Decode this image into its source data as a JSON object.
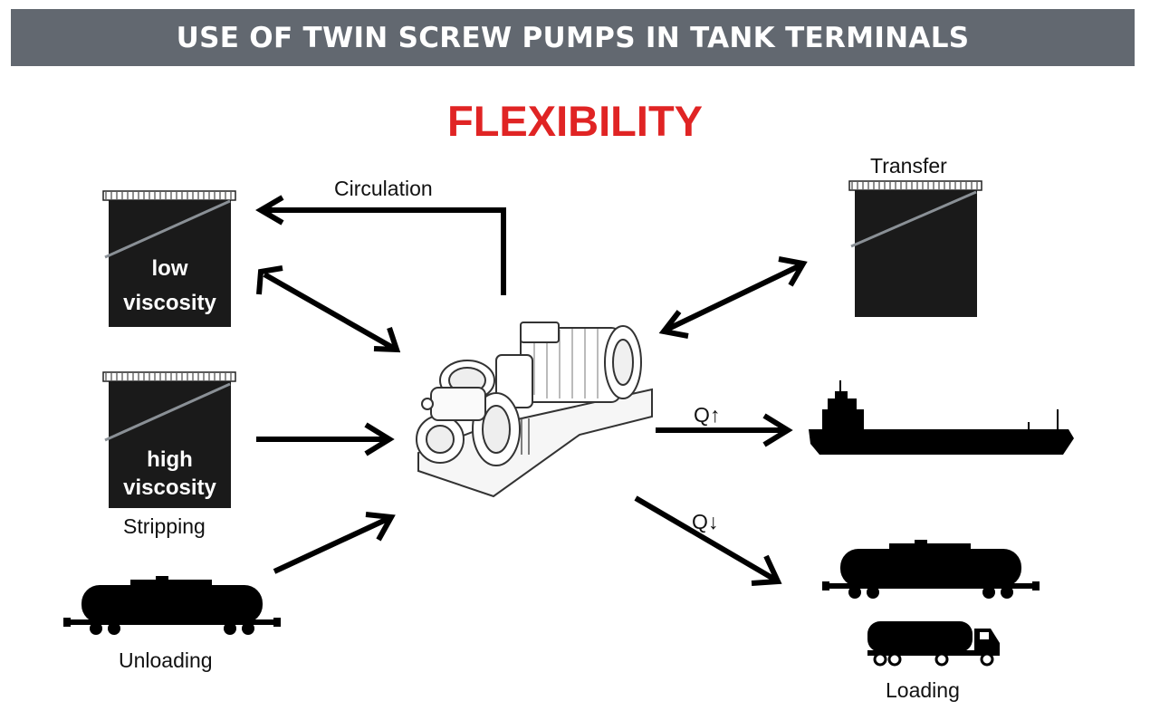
{
  "header": {
    "title": "USE OF TWIN SCREW PUMPS IN TANK TERMINALS"
  },
  "subtitle": "FLEXIBILITY",
  "colors": {
    "header_bg": "#626870",
    "accent": "#e02424",
    "dark": "#1a1a1a"
  },
  "tanks": {
    "low": {
      "line1": "low",
      "line2": "viscosity"
    },
    "high": {
      "line1": "high",
      "line2": "viscosity",
      "caption": "Stripping"
    },
    "transfer": {
      "caption": "Transfer"
    }
  },
  "labels": {
    "circulation": "Circulation",
    "unloading": "Unloading",
    "loading": "Loading",
    "q_up": "Q↑",
    "q_down": "Q↓"
  },
  "icons": [
    "tank-icon",
    "pump-icon",
    "rail-tank-car-icon",
    "ship-icon",
    "tanker-truck-icon"
  ]
}
